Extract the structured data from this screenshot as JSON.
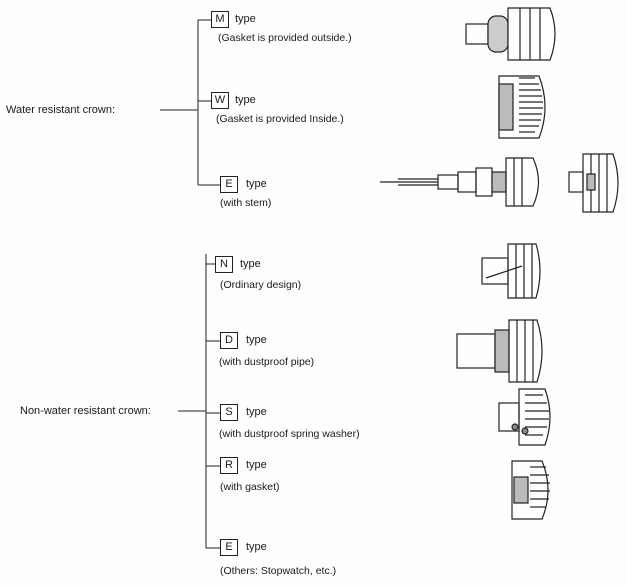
{
  "groups": {
    "water_resistant": {
      "label": "Water resistant crown:",
      "items": [
        {
          "code": "M",
          "word": "type",
          "desc": "(Gasket is provided outside.)"
        },
        {
          "code": "W",
          "word": "type",
          "desc": "(Gasket is provided Inside.)"
        },
        {
          "code": "E",
          "word": "type",
          "desc": "(with stem)"
        }
      ]
    },
    "non_water_resistant": {
      "label": "Non-water resistant crown:",
      "items": [
        {
          "code": "N",
          "word": "type",
          "desc": "(Ordinary design)"
        },
        {
          "code": "D",
          "word": "type",
          "desc": "(with dustproof pipe)"
        },
        {
          "code": "S",
          "word": "type",
          "desc": "(with dustproof spring washer)"
        },
        {
          "code": "R",
          "word": "type",
          "desc": "(with gasket)"
        },
        {
          "code": "E",
          "word": "type",
          "desc": "(Others:  Stopwatch, etc.)"
        }
      ]
    }
  },
  "drawings": [
    "crown-m-drawing",
    "crown-w-drawing",
    "crown-e-stem-drawing",
    "crown-e-side-drawing",
    "crown-n-drawing",
    "crown-d-drawing",
    "crown-s-drawing",
    "crown-r-drawing"
  ]
}
